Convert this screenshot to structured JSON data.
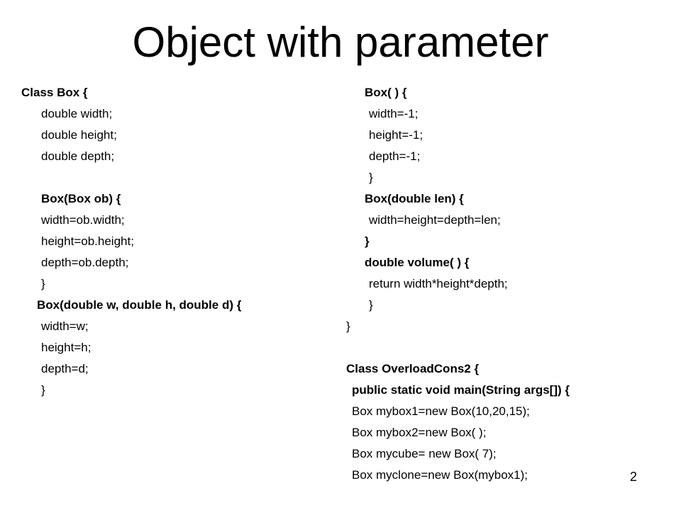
{
  "slide": {
    "title": "Object with parameter",
    "page_number": "2"
  },
  "code_left": [
    "Class Box {",
    "double width;",
    "double height;",
    "double depth;",
    "",
    "Box(Box ob) {",
    "width=ob.width;",
    "height=ob.height;",
    "depth=ob.depth;",
    "}",
    "Box(double w, double h, double d) {",
    "width=w;",
    "height=h;",
    "depth=d;",
    "}"
  ],
  "code_right": [
    "Box( ) {",
    "width=-1;",
    "height=-1;",
    "depth=-1;",
    "}",
    "Box(double len) {",
    "width=height=depth=len;",
    "}",
    "double volume( ) {",
    "return width*height*depth;",
    "}",
    "}",
    "",
    "Class OverloadCons2 {",
    "public static void main(String args[]) {",
    "Box mybox1=new Box(10,20,15);",
    "Box mybox2=new Box( );",
    "Box mycube= new Box( 7);",
    "Box myclone=new Box(mybox1);"
  ]
}
